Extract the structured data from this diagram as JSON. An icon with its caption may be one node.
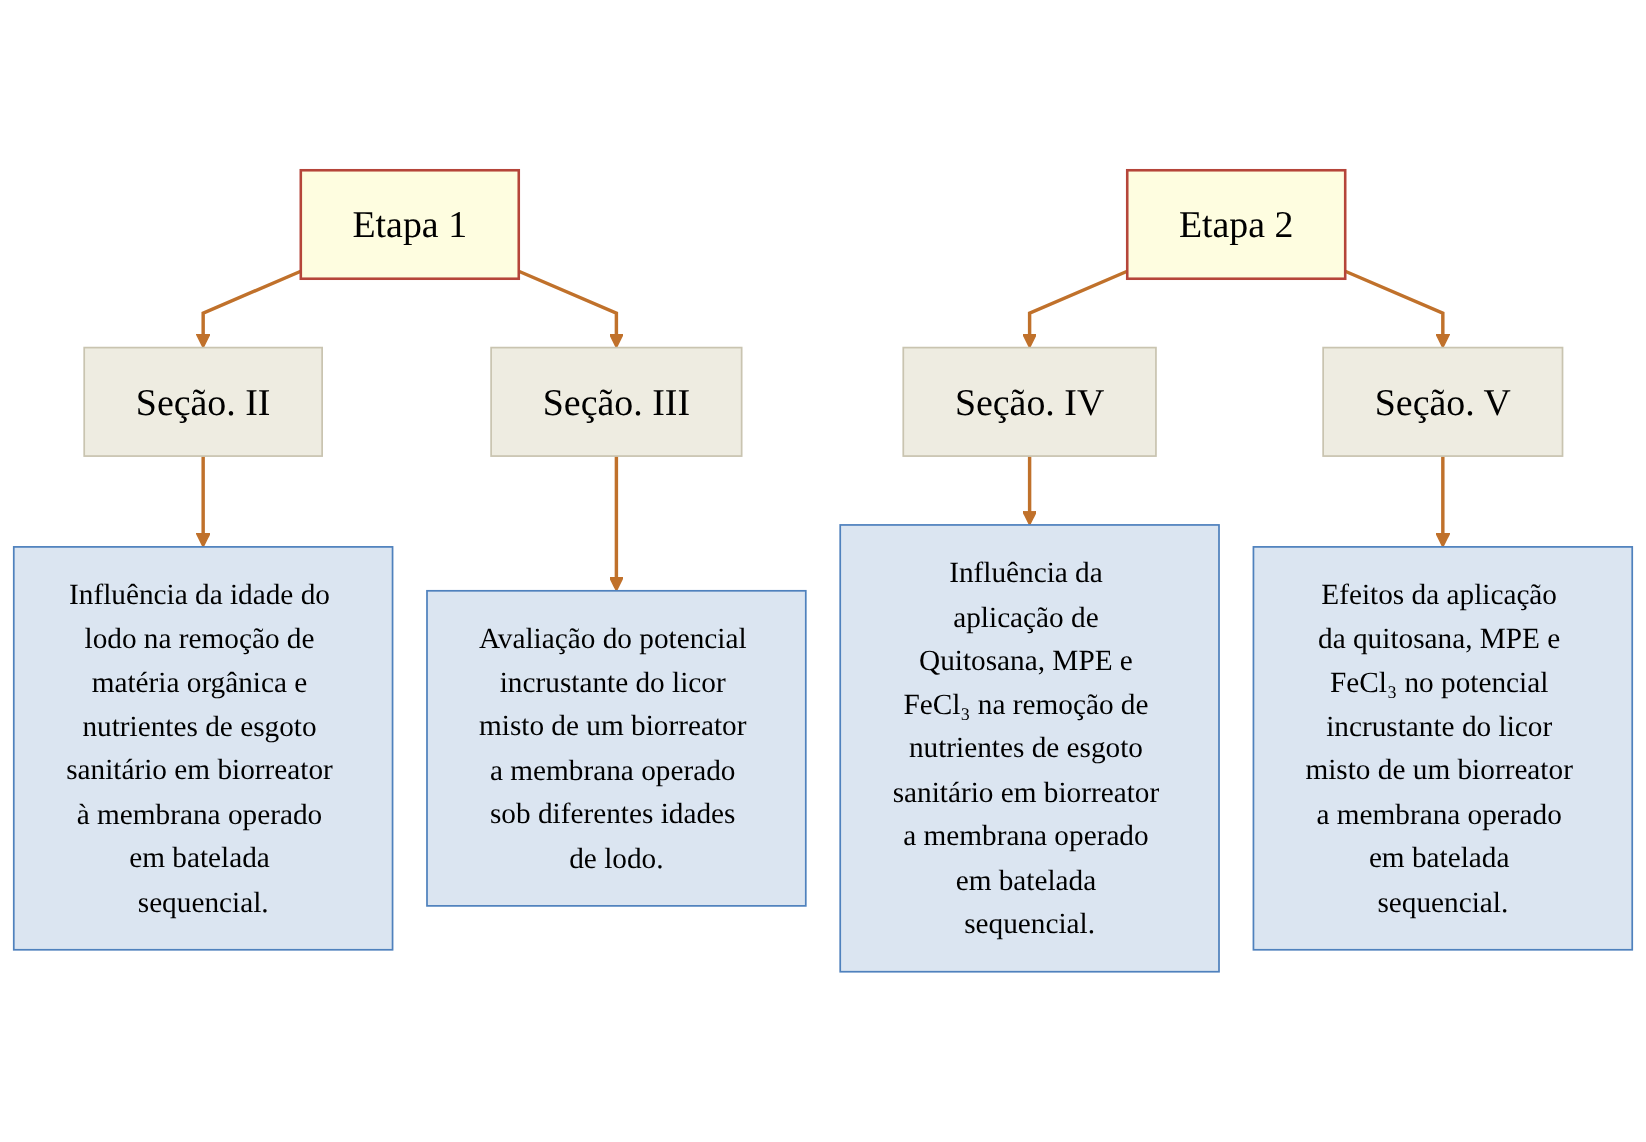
{
  "diagram": {
    "nodes": [
      {
        "text": [
          "Etapa 1"
        ]
      },
      {
        "text": [
          "Etapa 2"
        ]
      },
      {
        "text": [
          "Seção. II"
        ]
      },
      {
        "text": [
          "Seção. III"
        ]
      },
      {
        "text": [
          "Seção. IV"
        ]
      },
      {
        "text": [
          "Seção. V"
        ]
      },
      {
        "text": [
          "Influência da idade do lodo na remoção de matéria orgânica e nutrientes de esgoto sanitário em biorreator à membrana operado em batelada sequencial."
        ]
      },
      {
        "text": [
          "Avaliação do potencial incrustante do licor misto de um biorreator a membrana operado sob diferentes idades de lodo."
        ]
      },
      {
        "text": [
          "Influência da aplicação de Quitosana, MPE e FeCl₃ na remoção de nutrientes de esgoto sanitário em biorreator a membrana operado em batelada sequencial."
        ]
      },
      {
        "text": [
          "Efeitos da aplicação da quitosana, MPE e FeCl₃ no potencial incrustante do licor misto de um biorreator a membrana operado em batelada sequencial."
        ]
      }
    ],
    "edges": [
      {
        "from": 0,
        "to": 2,
        "arrow": "to"
      },
      {
        "from": 0,
        "to": 3,
        "arrow": "to"
      },
      {
        "from": 1,
        "to": 4,
        "arrow": "to"
      },
      {
        "from": 1,
        "to": 5,
        "arrow": "to"
      },
      {
        "from": 2,
        "to": 6,
        "arrow": "to"
      },
      {
        "from": 3,
        "to": 7,
        "arrow": "to"
      },
      {
        "from": 4,
        "to": 8,
        "arrow": "to"
      },
      {
        "from": 5,
        "to": 9,
        "arrow": "to"
      }
    ]
  }
}
